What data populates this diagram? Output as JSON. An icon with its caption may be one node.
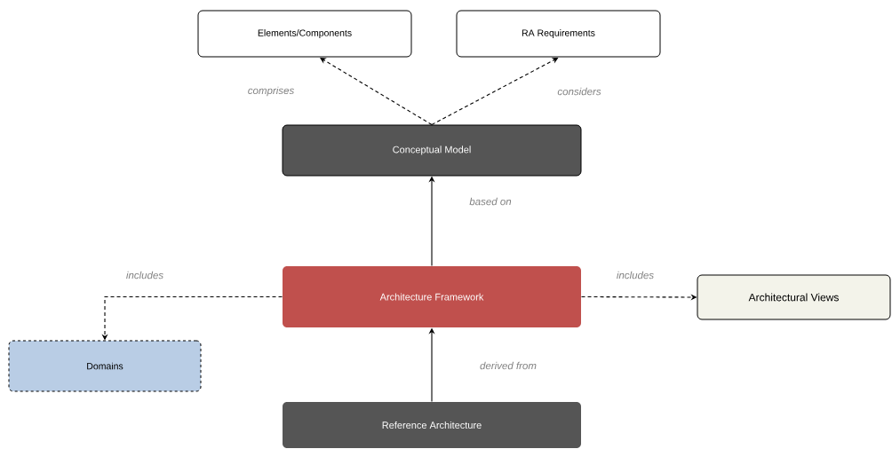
{
  "diagram": {
    "nodes": [
      {
        "text": [
          "Elements/Components"
        ]
      },
      {
        "text": [
          "RA Requirements"
        ]
      },
      {
        "text": [
          "Conceptual Model"
        ]
      },
      {
        "text": [
          "Architecture Framework"
        ]
      },
      {
        "text": [
          "Architectural Views"
        ]
      },
      {
        "text": [
          "Domains"
        ]
      },
      {
        "text": [
          "Reference Architecture"
        ]
      }
    ],
    "edges": [
      {
        "from": 2,
        "to": 0,
        "arrow": "to",
        "label": "comprises",
        "style": "dashed"
      },
      {
        "from": 2,
        "to": 1,
        "arrow": "to",
        "label": "considers",
        "style": "dashed"
      },
      {
        "from": 3,
        "to": 2,
        "arrow": "to",
        "label": "based on"
      },
      {
        "from": 3,
        "to": 5,
        "arrow": "to",
        "label": "includes",
        "style": "dashed"
      },
      {
        "from": 3,
        "to": 4,
        "arrow": "to",
        "label": "includes",
        "style": "dashed"
      },
      {
        "from": 6,
        "to": 3,
        "arrow": "to",
        "label": "derived from"
      }
    ]
  }
}
